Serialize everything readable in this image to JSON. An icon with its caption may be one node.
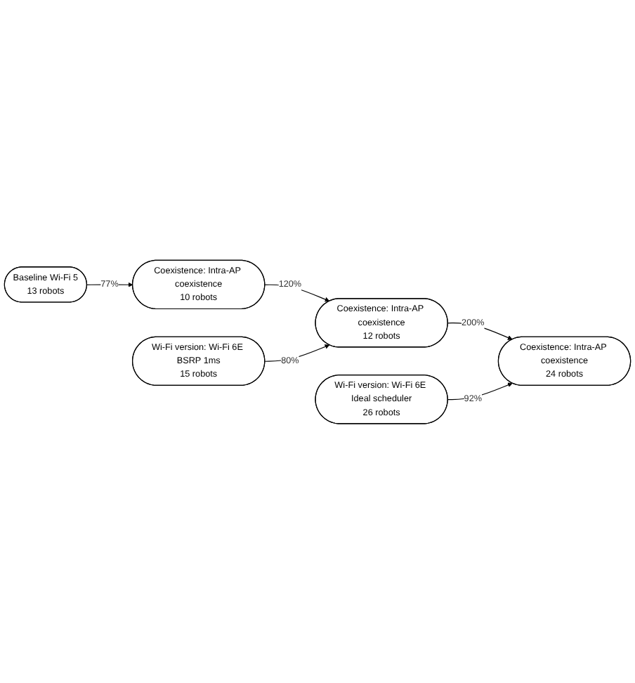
{
  "diagram": {
    "nodes": [
      {
        "text": [
          "Baseline Wi-Fi 5",
          "13 robots"
        ]
      },
      {
        "text": [
          "Coexistence: Intra-AP coexistence",
          "10 robots"
        ]
      },
      {
        "text": [
          "Wi-Fi version: Wi-Fi 6E BSRP 1ms",
          "15 robots"
        ]
      },
      {
        "text": [
          "Coexistence: Intra-AP coexistence",
          "12 robots"
        ]
      },
      {
        "text": [
          "Wi-Fi version: Wi-Fi 6E Ideal scheduler",
          "26 robots"
        ]
      },
      {
        "text": [
          "Coexistence: Intra-AP coexistence",
          "24 robots"
        ]
      }
    ],
    "edges": [
      {
        "from": 0,
        "to": 1,
        "arrow": "to",
        "label": "77%"
      },
      {
        "from": 1,
        "to": 3,
        "arrow": "to",
        "label": "120%"
      },
      {
        "from": 2,
        "to": 3,
        "arrow": "to",
        "label": "80%"
      },
      {
        "from": 3,
        "to": 5,
        "arrow": "to",
        "label": "200%"
      },
      {
        "from": 4,
        "to": 5,
        "arrow": "to",
        "label": "92%"
      }
    ]
  }
}
